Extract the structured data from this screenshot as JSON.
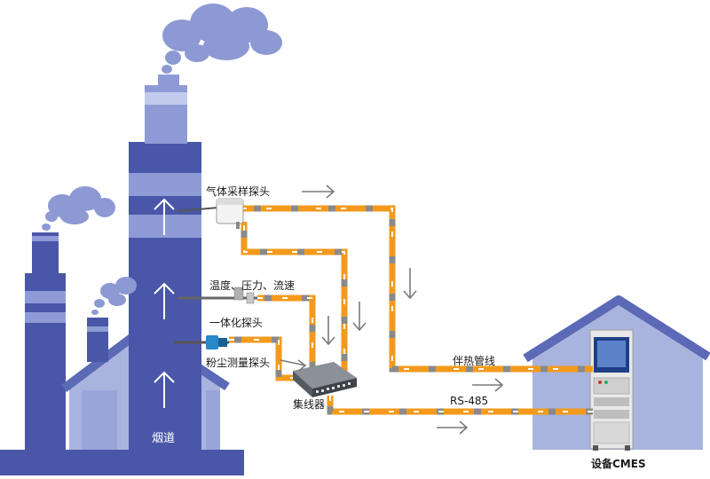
{
  "labels": {
    "gas_probe": "气体采样探头",
    "temp_probe": "温度、压力、流速",
    "integrated_probe": "一体化探头",
    "dust_probe": "粉尘测量探头",
    "hub": "集线器",
    "heat_line": "伴热管线",
    "rs485": "RS-485",
    "flue": "烟道",
    "cems": "设备CMES"
  },
  "colors": {
    "stack_dark": "#4a57a8",
    "stack_light": "#8f9bd6",
    "smoke": "#8d99d3",
    "house": "#a9b4de",
    "roof": "#5b69b6",
    "pipe_orange": "#f39a1c",
    "pipe_gray": "#8a8a8a"
  }
}
